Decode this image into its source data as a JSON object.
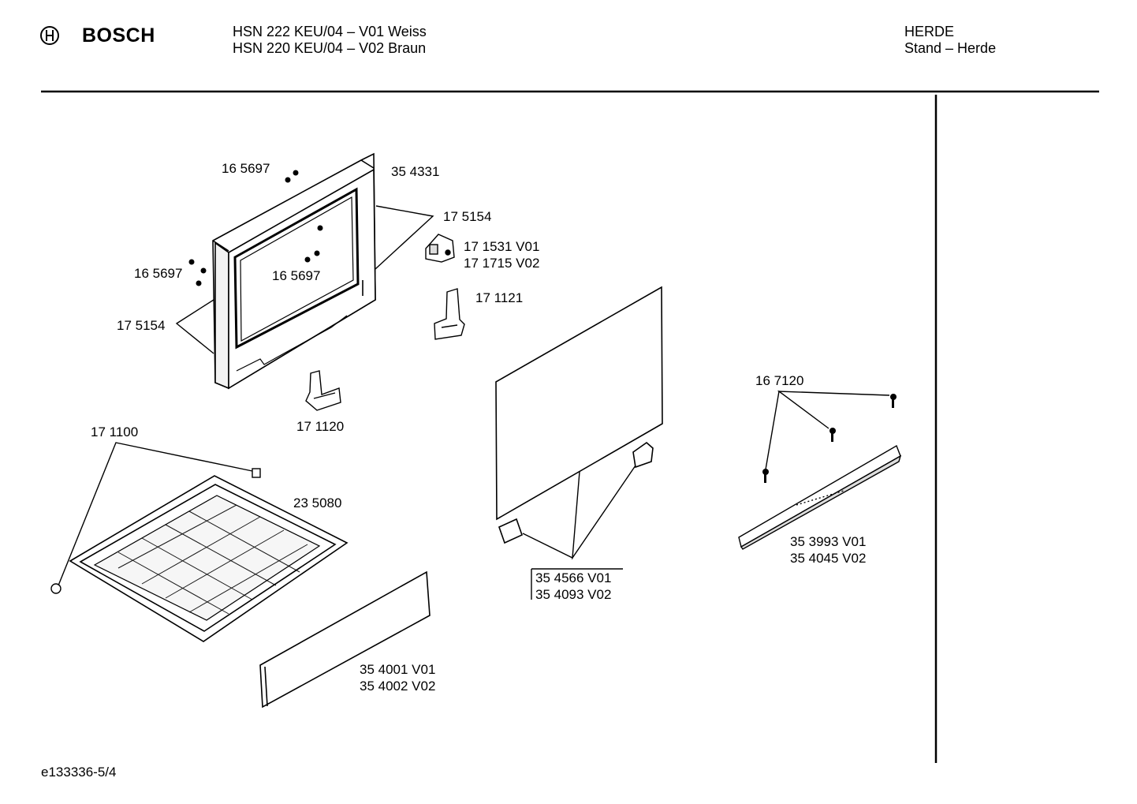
{
  "header": {
    "brand": "BOSCH",
    "model_line_1": "HSN 222 KEU/04 – V01 Weiss",
    "model_line_2": "HSN 220 KEU/04 – V02 Braun",
    "category_line_1": "HERDE",
    "category_line_2": "Stand – Herde"
  },
  "footer": {
    "drawing_id": "e133336-5/4"
  },
  "labels": {
    "screws_top": "16 5697",
    "frame": "35 4331",
    "clip_right": "17 5154",
    "hinge_v01": "17 1531 V01",
    "hinge_v02": "17 1715 V02",
    "screws_left": "16 5697",
    "screws_center": "16 5697",
    "clip_left": "17 5154",
    "bracket_right": "17 1121",
    "bracket_left": "17 1120",
    "tray_clip": "17 1100",
    "tray": "23 5080",
    "panel_front_v01": "35 4001 V01",
    "panel_front_v02": "35 4002 V02",
    "glass_v01": "35 4566 V01",
    "glass_v02": "35 4093 V02",
    "handle_screws": "16 7120",
    "handle_v01": "35 3993 V01",
    "handle_v02": "35 4045 V02"
  }
}
